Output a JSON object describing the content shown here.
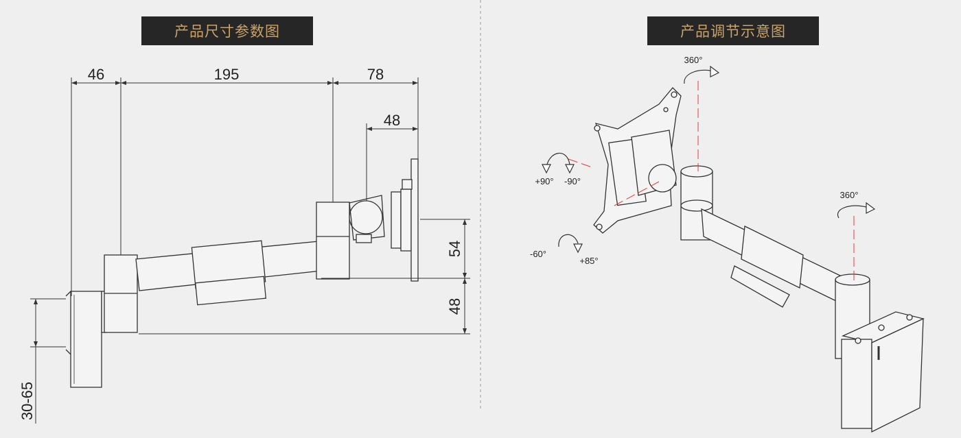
{
  "left_panel": {
    "title": "产品尺寸参数图",
    "dimensions": {
      "d1": "46",
      "d2": "195",
      "d3": "78",
      "d4": "48",
      "d5": "54",
      "d6": "48",
      "d7": "30-65"
    }
  },
  "right_panel": {
    "title": "产品调节示意图",
    "rotations": {
      "top": "360°",
      "pole": "360°",
      "tilt_plus": "+90°",
      "tilt_minus": "-90°",
      "swivel_minus": "-60°",
      "swivel_plus": "+85°"
    }
  },
  "colors": {
    "background": "#efefef",
    "title_bar": "#262626",
    "title_text": "#c9a36a",
    "line": "#333333",
    "axis_red": "#e23b3b"
  }
}
